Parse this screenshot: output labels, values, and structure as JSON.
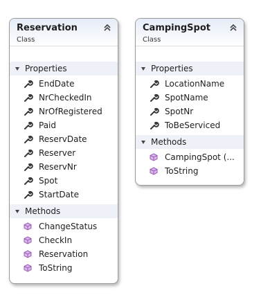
{
  "classes": [
    {
      "name": "Reservation",
      "kind": "Class",
      "properties_label": "Properties",
      "properties": [
        "EndDate",
        "NrCheckedIn",
        "NrOfRegistered",
        "Paid",
        "ReservDate",
        "Reserver",
        "ReservNr",
        "Spot",
        "StartDate"
      ],
      "methods_label": "Methods",
      "methods": [
        "ChangeStatus",
        "CheckIn",
        "Reservation",
        "ToString"
      ]
    },
    {
      "name": "CampingSpot",
      "kind": "Class",
      "properties_label": "Properties",
      "properties": [
        "LocationName",
        "SpotName",
        "SpotNr",
        "ToBeServiced"
      ],
      "methods_label": "Methods",
      "methods": [
        "CampingSpot (...",
        "ToString"
      ]
    }
  ],
  "icons": {
    "property": "wrench-icon",
    "method": "method-cube-icon",
    "collapse": "double-chevron-up-icon",
    "section_toggle": "triangle-down-icon"
  },
  "colors": {
    "header_gradient_top": "#e6ecf7",
    "section_background": "#eef1f7",
    "method_icon": "#9b59b6",
    "property_icon": "#3a3a3a"
  }
}
